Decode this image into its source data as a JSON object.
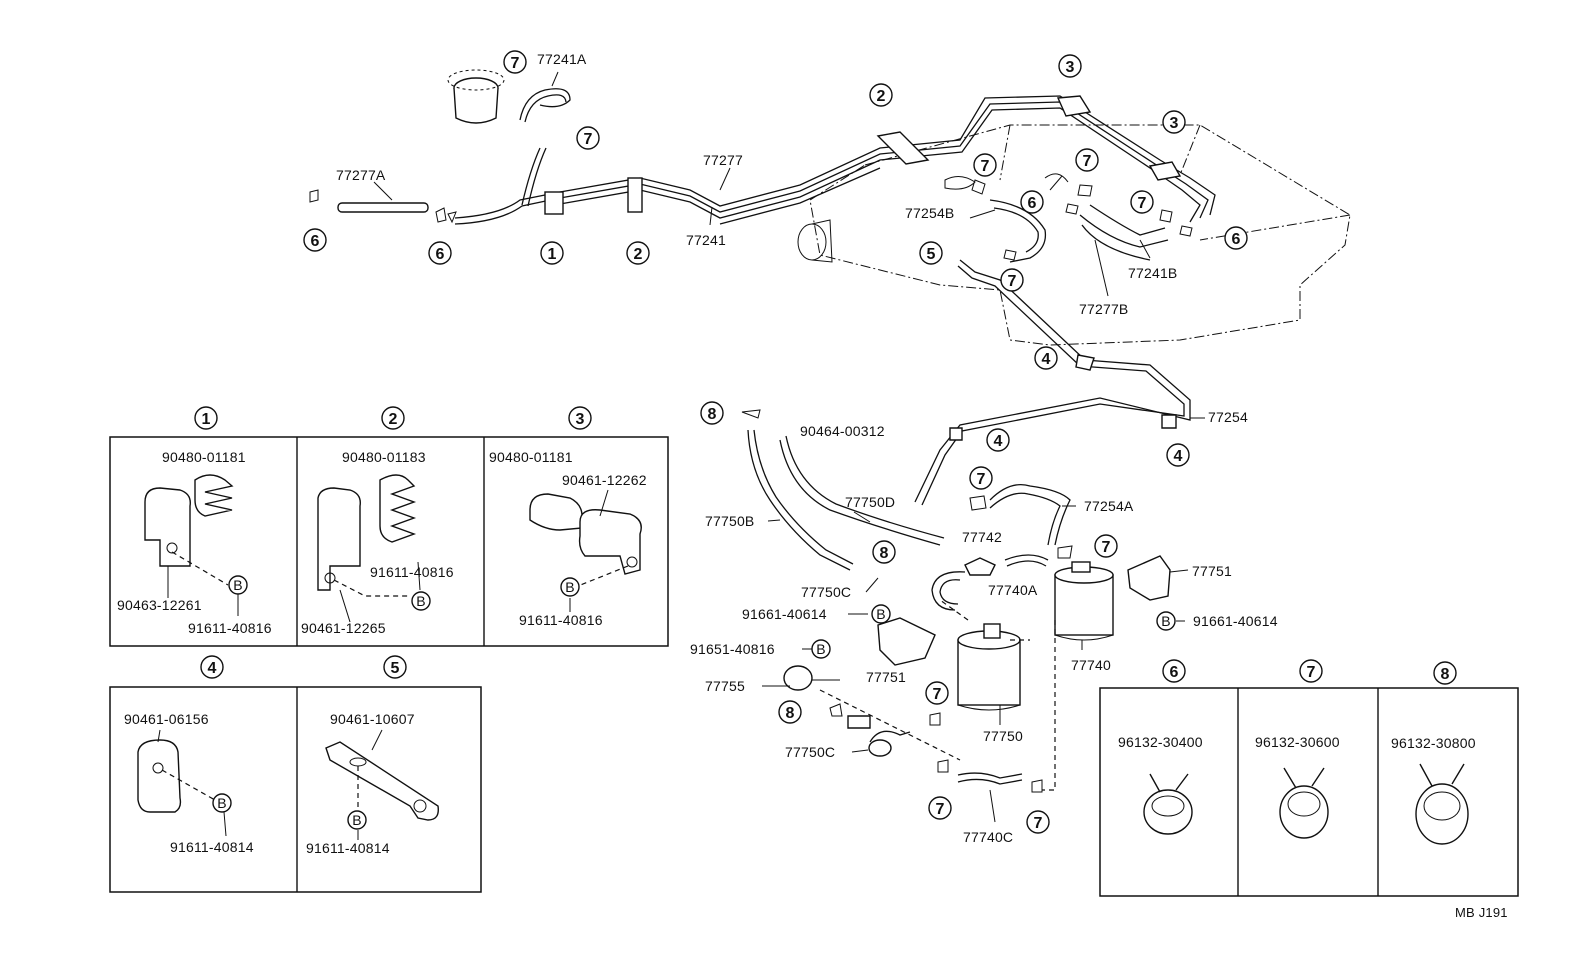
{
  "callouts": {
    "c1": "1",
    "c2": "2",
    "c3": "3",
    "c4": "4",
    "c5": "5",
    "c6": "6",
    "c7": "7",
    "c8": "8",
    "b": "B"
  },
  "labels": {
    "p77241A": "77241A",
    "p77277A": "77277A",
    "p77277": "77277",
    "p77241": "77241",
    "p77254B": "77254B",
    "p77241B": "77241B",
    "p77277B": "77277B",
    "p77254": "77254",
    "p90464_00312": "90464-00312",
    "p77750D": "77750D",
    "p77750B": "77750B",
    "p77742": "77742",
    "p77254A": "77254A",
    "p77740A": "77740A",
    "p77751_r": "77751",
    "p91661_40614_r": "91661-40614",
    "p77750C_top": "77750C",
    "p91661_40614_l": "91661-40614",
    "p77740": "77740",
    "p91651_40816": "91651-40816",
    "p77751_l": "77751",
    "p77755": "77755",
    "p77750": "77750",
    "p77750C_bot": "77750C",
    "p77740C": "77740C",
    "code": "MB J191"
  },
  "detail_boxes": {
    "d1": {
      "a": "90480-01181",
      "b": "90463-12261",
      "c": "91611-40816"
    },
    "d2": {
      "a": "90480-01183",
      "b": "91611-40816",
      "c": "90461-12265"
    },
    "d3": {
      "a": "90480-01181",
      "b": "90461-12262",
      "c": "91611-40816"
    },
    "d4": {
      "a": "90461-06156",
      "b": "91611-40814"
    },
    "d5": {
      "a": "90461-10607",
      "b": "91611-40814"
    },
    "d6": {
      "a": "96132-30400"
    },
    "d7": {
      "a": "96132-30600"
    },
    "d8": {
      "a": "96132-30800"
    }
  }
}
